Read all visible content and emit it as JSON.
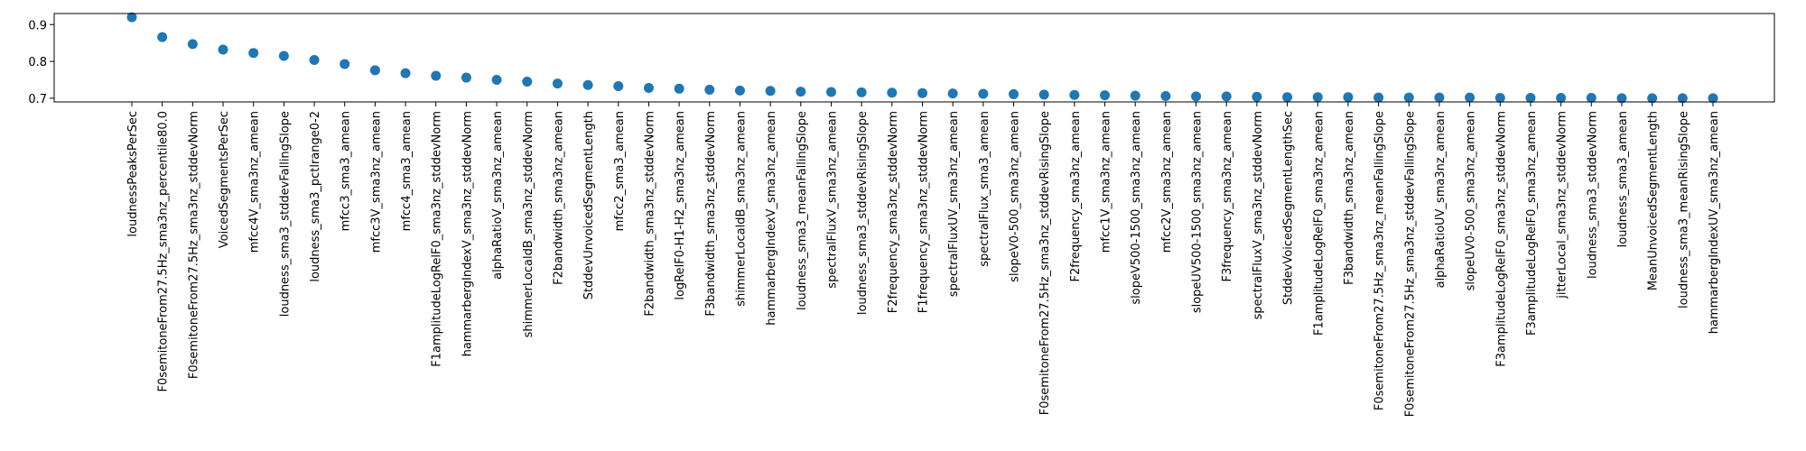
{
  "chart_data": {
    "type": "scatter",
    "title": "",
    "xlabel": "",
    "ylabel": "",
    "ylim": [
      0.69,
      0.93
    ],
    "yticks": [
      0.7,
      0.8,
      0.9
    ],
    "grid": false,
    "marker_color": "#1f77b4",
    "categories": [
      "loudnessPeaksPerSec",
      "F0semitoneFrom27.5Hz_sma3nz_percentile80.0",
      "F0semitoneFrom27.5Hz_sma3nz_stddevNorm",
      "VoicedSegmentsPerSec",
      "mfcc4V_sma3nz_amean",
      "loudness_sma3_stddevFallingSlope",
      "loudness_sma3_pctlrange0-2",
      "mfcc3_sma3_amean",
      "mfcc3V_sma3nz_amean",
      "mfcc4_sma3_amean",
      "F1amplitudeLogRelF0_sma3nz_stddevNorm",
      "hammarbergIndexV_sma3nz_stddevNorm",
      "alphaRatioV_sma3nz_amean",
      "shimmerLocaldB_sma3nz_stddevNorm",
      "F2bandwidth_sma3nz_amean",
      "StddevUnvoicedSegmentLength",
      "mfcc2_sma3_amean",
      "F2bandwidth_sma3nz_stddevNorm",
      "logRelF0-H1-H2_sma3nz_amean",
      "F3bandwidth_sma3nz_stddevNorm",
      "shimmerLocaldB_sma3nz_amean",
      "hammarbergIndexV_sma3nz_amean",
      "loudness_sma3_meanFallingSlope",
      "spectralFluxV_sma3nz_amean",
      "loudness_sma3_stddevRisingSlope",
      "F2frequency_sma3nz_stddevNorm",
      "F1frequency_sma3nz_stddevNorm",
      "spectralFluxUV_sma3nz_amean",
      "spectralFlux_sma3_amean",
      "slopeV0-500_sma3nz_amean",
      "F0semitoneFrom27.5Hz_sma3nz_stddevRisingSlope",
      "F2frequency_sma3nz_amean",
      "mfcc1V_sma3nz_amean",
      "slopeV500-1500_sma3nz_amean",
      "mfcc2V_sma3nz_amean",
      "slopeUV500-1500_sma3nz_amean",
      "F3frequency_sma3nz_amean",
      "spectralFluxV_sma3nz_stddevNorm",
      "StddevVoicedSegmentLengthSec",
      "F1amplitudeLogRelF0_sma3nz_amean",
      "F3bandwidth_sma3nz_amean",
      "F0semitoneFrom27.5Hz_sma3nz_meanFallingSlope",
      "F0semitoneFrom27.5Hz_sma3nz_stddevFallingSlope",
      "alphaRatioUV_sma3nz_amean",
      "slopeUV0-500_sma3nz_amean",
      "F3amplitudeLogRelF0_sma3nz_stddevNorm",
      "F3amplitudeLogRelF0_sma3nz_amean",
      "jitterLocal_sma3nz_stddevNorm",
      "loudness_sma3_stddevNorm",
      "loudness_sma3_amean",
      "MeanUnvoicedSegmentLength",
      "loudness_sma3_meanRisingSlope",
      "hammarbergIndexUV_sma3nz_amean"
    ],
    "values": [
      0.92,
      0.866,
      0.847,
      0.832,
      0.823,
      0.815,
      0.804,
      0.793,
      0.776,
      0.768,
      0.761,
      0.756,
      0.75,
      0.745,
      0.74,
      0.736,
      0.733,
      0.728,
      0.726,
      0.723,
      0.721,
      0.72,
      0.718,
      0.717,
      0.716,
      0.715,
      0.714,
      0.713,
      0.712,
      0.711,
      0.71,
      0.709,
      0.708,
      0.707,
      0.706,
      0.705,
      0.705,
      0.704,
      0.703,
      0.703,
      0.703,
      0.702,
      0.702,
      0.702,
      0.702,
      0.701,
      0.701,
      0.701,
      0.701,
      0.7,
      0.7,
      0.7,
      0.7
    ]
  }
}
